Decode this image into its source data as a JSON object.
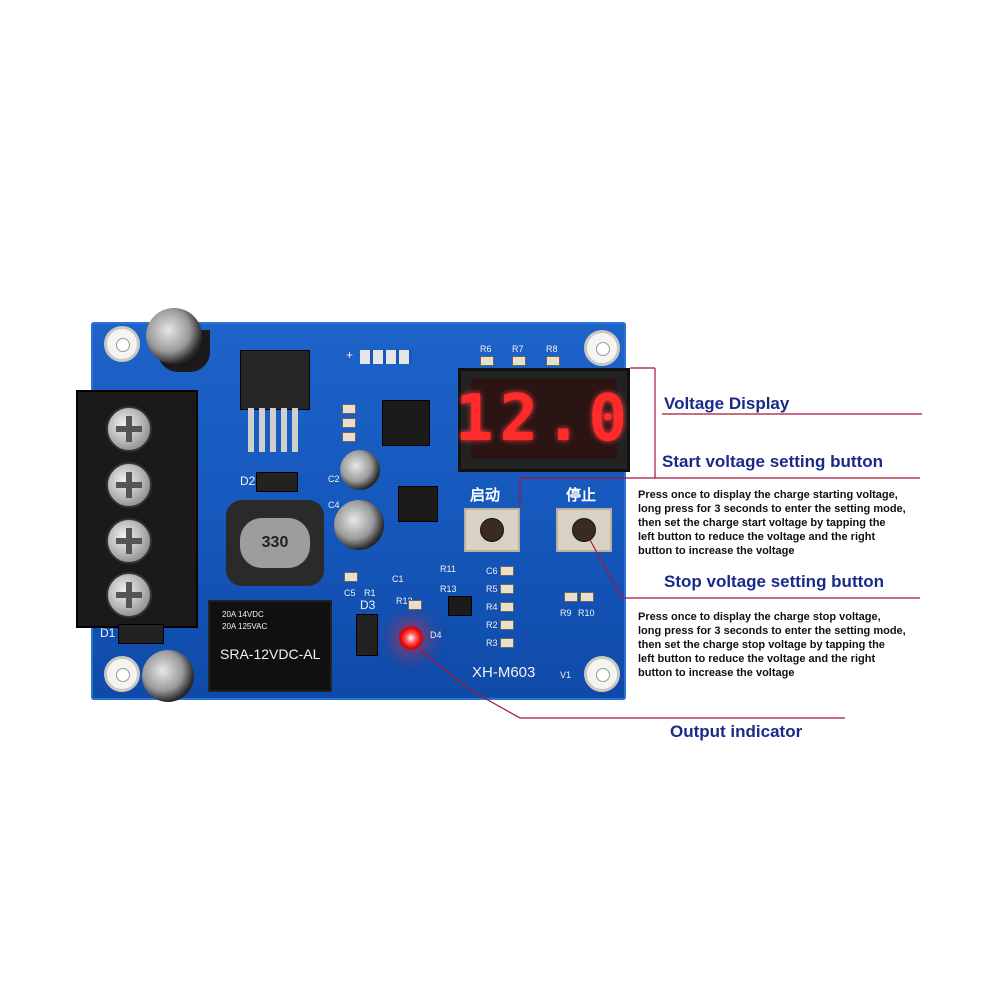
{
  "board": {
    "model": "XH-M603",
    "version": "V1",
    "display_value": "12.0",
    "relay_line1": "20A 14VDC",
    "relay_line2": "20A 125VAC",
    "relay_model": "SRA-12VDC-AL",
    "inductor": "330",
    "start_button_cn": "启动",
    "stop_button_cn": "停止",
    "silkscreen": {
      "r6": "R6",
      "r7": "R7",
      "r8": "R8",
      "c2": "C2",
      "c4": "C4",
      "c5": "C5",
      "c6": "C6",
      "c1": "C1",
      "d1": "D1",
      "d2": "D2",
      "d3": "D3",
      "d4": "D4",
      "r9": "R9",
      "r10": "R10",
      "r11": "R11",
      "r12": "R12",
      "r13": "R13",
      "r1": "R1",
      "r2": "R2",
      "r3": "R3",
      "r4": "R4",
      "r5": "R5",
      "plus": "+"
    }
  },
  "annotations": {
    "voltage_display": "Voltage Display",
    "start_button": "Start voltage setting button",
    "start_desc": "Press once to display the charge starting voltage,\nlong press for 3 seconds to enter the setting mode,\nthen set the charge start voltage by tapping the\nleft button to reduce the voltage and the right\nbutton to increase the voltage",
    "stop_button": "Stop voltage setting button",
    "stop_desc": "Press once to display the charge stop voltage,\nlong press for 3 seconds to enter the setting mode,\nthen set the charge stop voltage by tapping the\nleft button to reduce the voltage and the right\nbutton to increase the voltage",
    "output_indicator": "Output indicator"
  },
  "colors": {
    "board": "#1557bb",
    "label_text": "#1a2a8a",
    "leader_line": "#a8143a",
    "led": "#e50000",
    "display_digits": "#ff2a2a"
  }
}
